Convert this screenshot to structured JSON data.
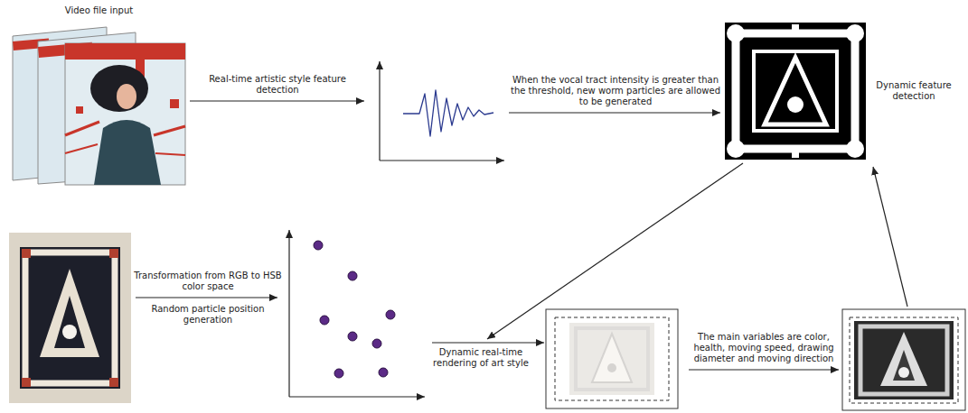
{
  "diagram": {
    "nodes": [
      {
        "text": [
          "Video file input"
        ]
      },
      {
        "text": [
          "Dynamic feature detection"
        ]
      }
    ],
    "labels": [
      "Real-time artistic style feature detection",
      "When the vocal tract intensity is greater than the threshold, new worm particles are allowed to be generated",
      "Transformation from RGB to HSB color space",
      "Random particle position generation",
      "Dynamic real-time rendering of art style",
      "The main variables are color, health, moving speed, drawing diameter and moving direction"
    ]
  }
}
